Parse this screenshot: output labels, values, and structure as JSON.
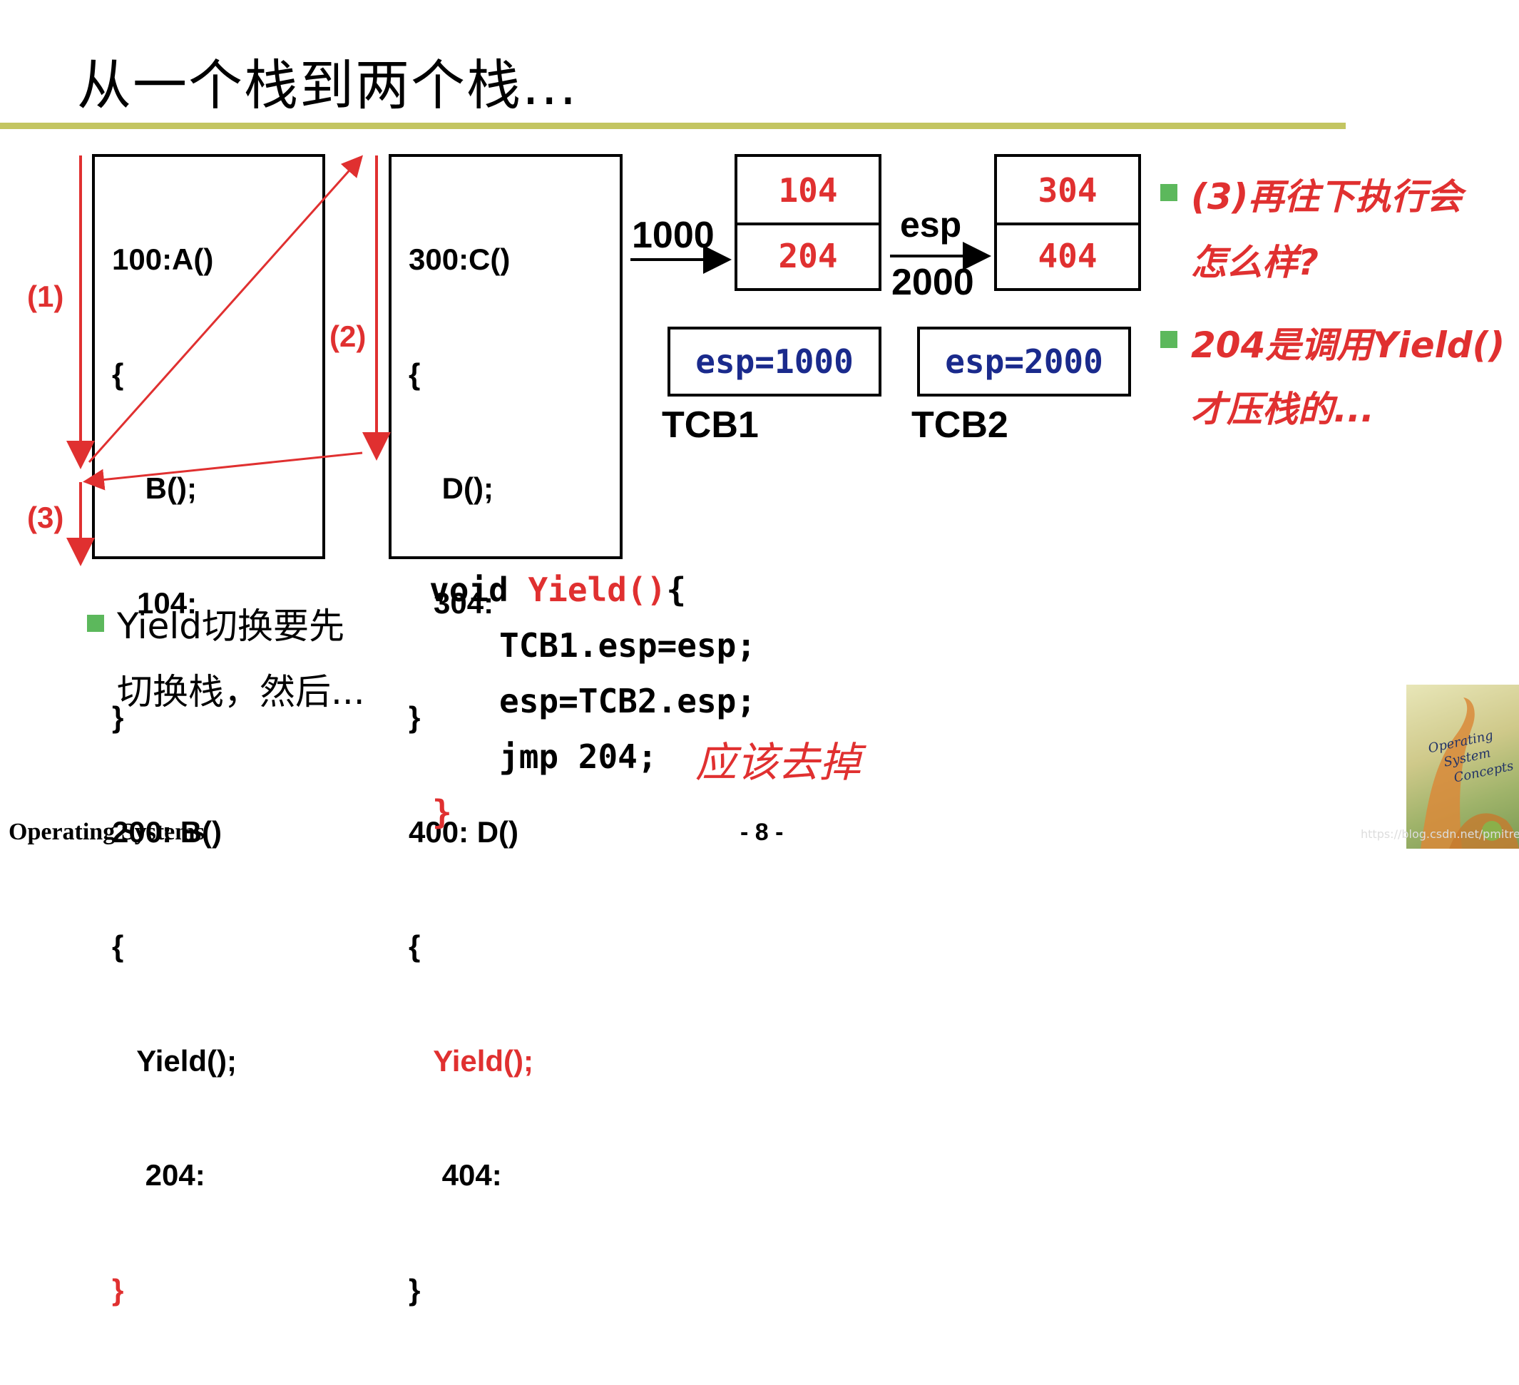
{
  "title": "从一个栈到两个栈...",
  "stack1": {
    "lines": [
      "100:A()",
      "{",
      "    B();",
      "   104:",
      "}",
      "200: B()",
      "{",
      "   Yield();",
      "    204:"
    ],
    "last_line": "}"
  },
  "stack2": {
    "lines": [
      "300:C()",
      "{",
      "    D();",
      "   304:",
      "}",
      "400: D()",
      "{"
    ],
    "yield_line": "   Yield();",
    "after_lines": [
      "    404:",
      "}"
    ]
  },
  "arrow_labels": {
    "one": "(1)",
    "two": "(2)",
    "three": "(3)"
  },
  "stack_a": {
    "top": "104",
    "bottom": "204",
    "address": "1000"
  },
  "stack_b": {
    "top": "304",
    "bottom": "404",
    "address": "2000",
    "pointer_label": "esp"
  },
  "tcb1": {
    "value": "esp=1000",
    "label": "TCB1"
  },
  "tcb2": {
    "value": "esp=2000",
    "label": "TCB2"
  },
  "notes": [
    {
      "line1": "(3)再往下执行会",
      "line2": "怎么样?"
    },
    {
      "line1": "204是调用Yield()",
      "line2": "才压栈的..."
    }
  ],
  "yield_bullet": {
    "line1": "Yield切换要先",
    "line2": "切换栈，然后..."
  },
  "yield_code": {
    "sig_void": "void ",
    "sig_name": "Yield()",
    "sig_brace": "{",
    "line1": "TCB1.esp=esp;",
    "line2": "esp=TCB2.esp;",
    "line3": "jmp 204;",
    "line3_note": "应该去掉",
    "close": "}"
  },
  "footer": {
    "course": "Operating Systems",
    "page": "- 8 -"
  },
  "book": {
    "title_1": "Operating",
    "title_2": "System",
    "title_3": "Concepts"
  },
  "watermark": "https://blog.csdn.net/pmitream",
  "colors": {
    "accent_rule": "#c3c561",
    "red": "#e03030",
    "blue": "#1a2a8c",
    "bullet": "#5cb85c"
  }
}
